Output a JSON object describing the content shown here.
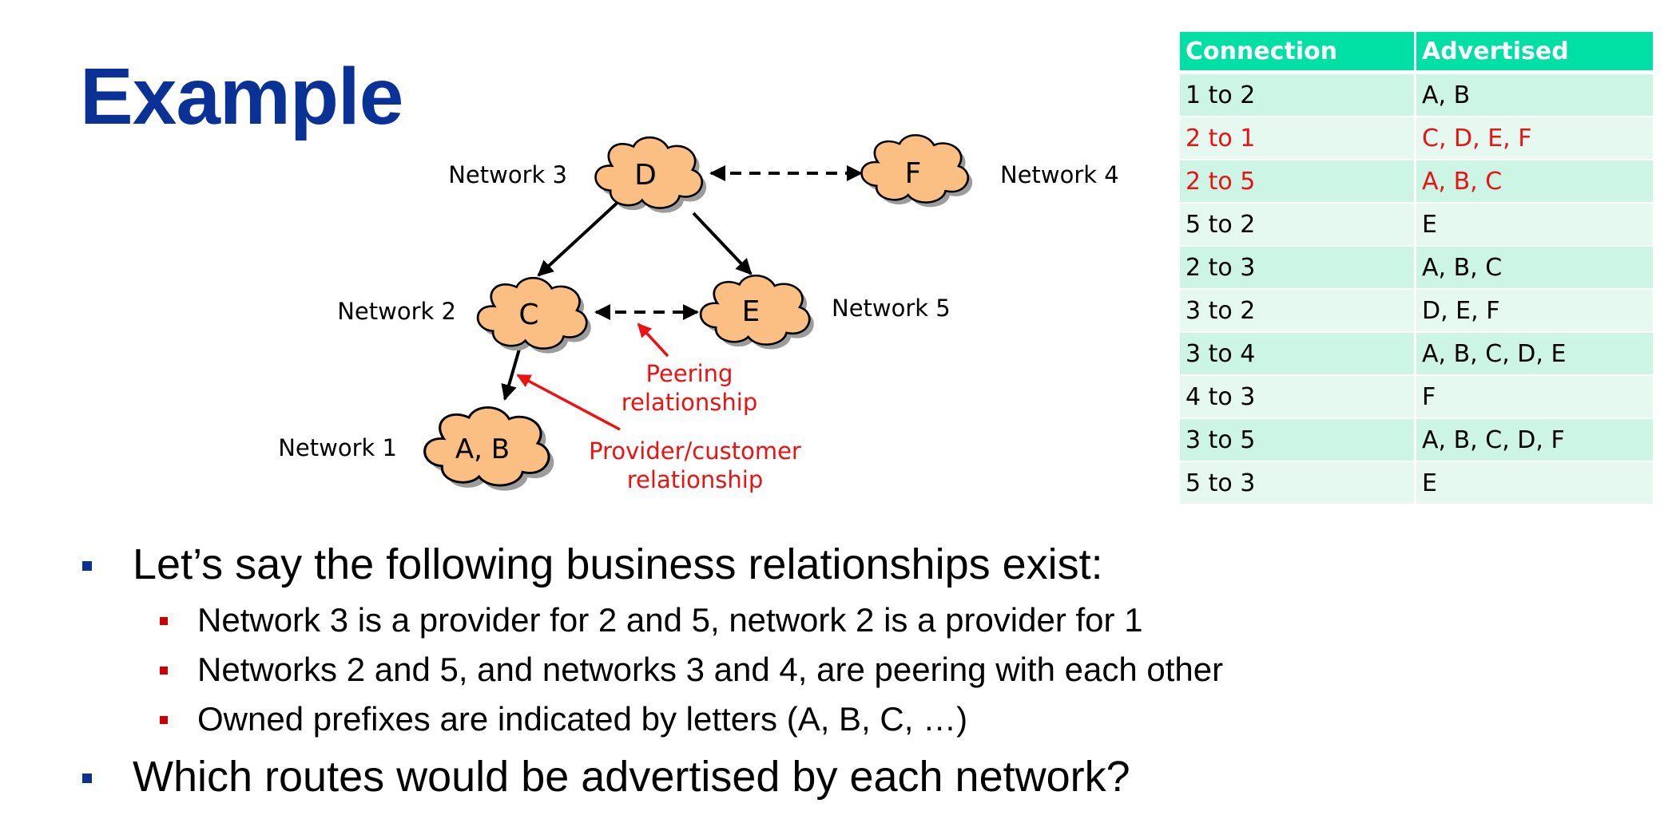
{
  "title": "Example",
  "diagram": {
    "nodes": [
      {
        "id": "D",
        "label": "D",
        "network": "Network 3"
      },
      {
        "id": "F",
        "label": "F",
        "network": "Network 4"
      },
      {
        "id": "C",
        "label": "C",
        "network": "Network 2"
      },
      {
        "id": "E",
        "label": "E",
        "network": "Network 5"
      },
      {
        "id": "AB",
        "label": "A, B",
        "network": "Network 1"
      }
    ],
    "edges": [
      {
        "from": "D",
        "to": "F",
        "style": "dashed",
        "relationship": "peering"
      },
      {
        "from": "D",
        "to": "C",
        "style": "solid",
        "relationship": "provider-customer"
      },
      {
        "from": "D",
        "to": "E",
        "style": "solid",
        "relationship": "provider-customer"
      },
      {
        "from": "C",
        "to": "E",
        "style": "dashed",
        "relationship": "peering"
      },
      {
        "from": "C",
        "to": "AB",
        "style": "solid",
        "relationship": "provider-customer"
      }
    ],
    "annotations": {
      "peering": [
        "Peering",
        "relationship"
      ],
      "provider": [
        "Provider/customer",
        "relationship"
      ]
    },
    "colors": {
      "cloud_fill": "#fbbf83",
      "annotation": "#ee1111"
    }
  },
  "table": {
    "headers": [
      "Connection",
      "Advertised"
    ],
    "rows": [
      {
        "connection": "1 to 2",
        "advertised": "A, B",
        "highlight": false
      },
      {
        "connection": "2 to 1",
        "advertised": "C, D, E, F",
        "highlight": true
      },
      {
        "connection": "2 to 5",
        "advertised": "A, B, C",
        "highlight": true
      },
      {
        "connection": "5 to 2",
        "advertised": "E",
        "highlight": false
      },
      {
        "connection": "2 to 3",
        "advertised": "A, B, C",
        "highlight": false
      },
      {
        "connection": "3 to 2",
        "advertised": "D, E, F",
        "highlight": false
      },
      {
        "connection": "3 to 4",
        "advertised": "A, B, C, D, E",
        "highlight": false
      },
      {
        "connection": "4 to 3",
        "advertised": "F",
        "highlight": false
      },
      {
        "connection": "3 to 5",
        "advertised": "A, B, C, D, F",
        "highlight": false
      },
      {
        "connection": "5 to 3",
        "advertised": "E",
        "highlight": false
      }
    ],
    "colors": {
      "header": "#00e0a4",
      "row": "#cdf5e6",
      "row_alt": "#e5f9f1",
      "highlight_text": "#ee1111"
    }
  },
  "bullets": [
    {
      "text": "Let’s say the following business relationships exist:",
      "sub": [
        "Network 3 is a provider for 2 and 5, network 2 is a provider for 1",
        "Networks 2 and 5, and networks 3 and 4, are peering with each other",
        "Owned prefixes are indicated by letters (A, B, C, …)"
      ]
    },
    {
      "text": "Which routes would be advertised by each network?",
      "sub": []
    }
  ],
  "colors": {
    "title": "#0a3296",
    "bullet_marker": "#0a3296",
    "sub_bullet_marker": "#cc0000"
  }
}
